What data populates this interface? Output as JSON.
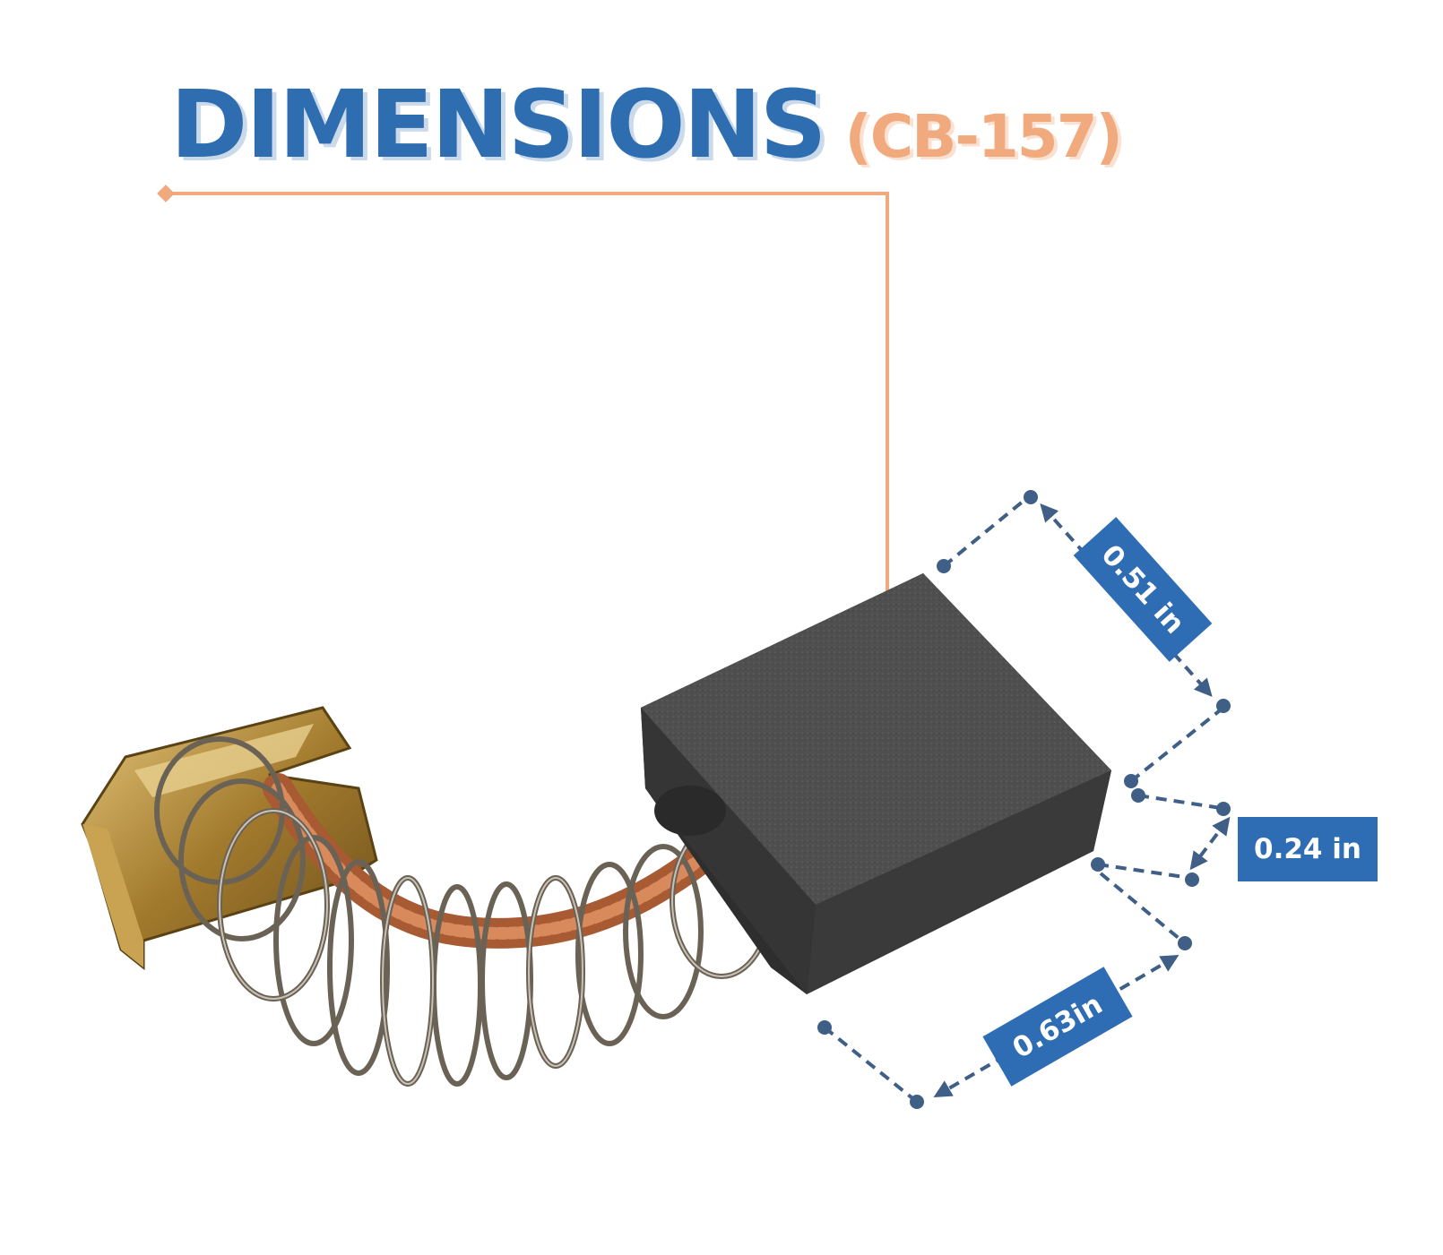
{
  "title": {
    "main": "DIMENSIONS",
    "model": "(CB-157)"
  },
  "dimensions": [
    {
      "label": "0.51 in"
    },
    {
      "label": "0.24 in"
    },
    {
      "label": "0.63in"
    }
  ],
  "colors": {
    "title_blue": "#2d6db0",
    "accent_orange": "#f0aa7e",
    "dimension_box": "#2e6db4",
    "dimension_line": "#3f5f86",
    "carbon_block": "#4a4a4a",
    "copper_wire": "#b8643a",
    "brass_terminal": "#b08a3a"
  },
  "illustration": "carbon-brush-with-spring"
}
